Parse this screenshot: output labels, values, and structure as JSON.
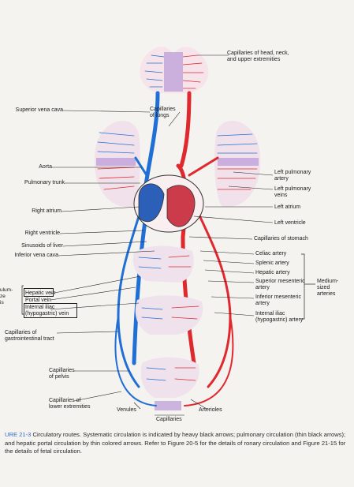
{
  "labels": {
    "capillaries_head": "Capillaries of head, neck,\nand upper extremities",
    "superior_vena_cava": "Superior vena cava",
    "capillaries_lungs": "Capillaries\nof lungs",
    "aorta": "Aorta",
    "pulmonary_trunk": "Pulmonary trunk",
    "left_pulmonary_artery": "Left pulmonary\nartery",
    "left_pulmonary_veins": "Left pulmonary\nveins",
    "left_atrium": "Left atrium",
    "right_atrium": "Right atrium",
    "left_ventricle": "Left ventricle",
    "right_ventricle": "Right ventricle",
    "capillaries_stomach": "Capillaries of stomach",
    "sinusoids_liver": "Sinusoids of liver",
    "inferior_vena_cava": "Inferior vena cava",
    "celiac_artery": "Celiac artery",
    "splenic_artery": "Splenic artery",
    "hepatic_artery": "Hepatic artery",
    "superior_mesenteric_artery": "Superior mesenteric\nartery",
    "medium_sized_arteries": "Medium-\nsized\narteries",
    "inferior_mesenteric_artery": "Inferior mesenteric\nartery",
    "hepatic_vein": "Hepatic vein",
    "portal_vein": "Portal vein",
    "internal_iliac_vein": "Internal iliac\n(hypogastric) vein",
    "internal_iliac_artery": "Internal iliac\n(hypogastric) artery",
    "left_margin_fragment": "ulum-\nze\nis",
    "capillaries_gi": "Capillaries of\ngastrointestinal tract",
    "capillaries_pelvis": "Capillaries\nof pelvis",
    "capillaries_lower": "Capillaries of\nlower extremities",
    "venules": "Venules",
    "arterioles": "Arterioles",
    "capillaries": "Capillaries"
  },
  "caption": {
    "figure_id": "URE 21-3",
    "text": " Circulatory routes. Systematic circulation is indicated by heavy black arrows; pulmonary circulation (thin black arrows); and hepatic portal circulation by thin colored arrows. Refer to Figure 20-5 for the details of ronary circulation and Figure 21-15 for the details of fetal circulation."
  },
  "colors": {
    "artery": "#e0282f",
    "vein": "#1f6fd6",
    "mixed": "#9b6fd0",
    "leader": "#222222"
  }
}
